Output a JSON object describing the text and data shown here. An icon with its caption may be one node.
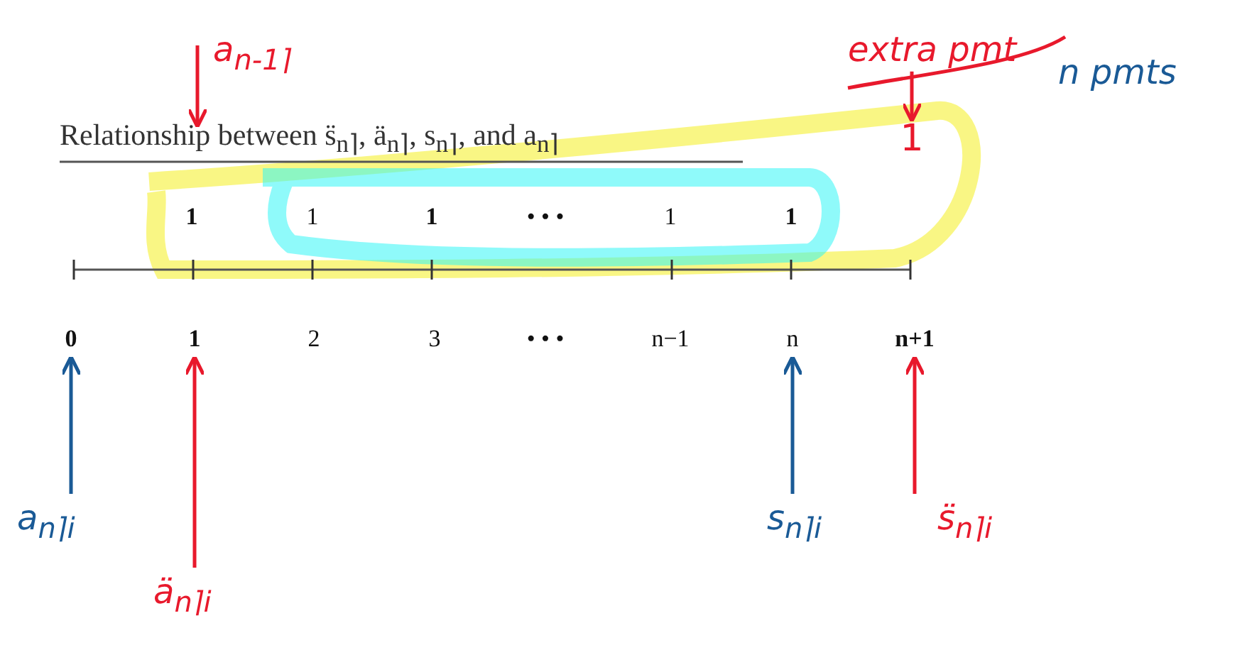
{
  "diagram": {
    "title": "Relationship between s̈$_{n⌉}$, ä$_{n⌉}$, s$_{n⌉}$, and a$_{n⌉}$",
    "nodes": [
      {
        "text": [
          "0"
        ]
      },
      {
        "text": [
          "1"
        ]
      },
      {
        "text": [
          "n"
        ]
      },
      {
        "text": [
          "n+1"
        ]
      },
      {
        "text": [
          "1"
        ]
      },
      {
        "text": [
          "a$_{n⌉i}$"
        ]
      },
      {
        "text": [
          "ä$_{n⌉i}$"
        ]
      },
      {
        "text": [
          "s$_{n⌉i}$"
        ]
      },
      {
        "text": [
          "s̈$_{n⌉i}$"
        ]
      },
      {
        "text": [
          "extra pmt"
        ]
      },
      {
        "text": [
          "a$_{n-1⌉}$"
        ]
      }
    ],
    "edges": [
      {
        "from": 5,
        "to": 0,
        "arrow": "to",
        "color": "#1a5a96"
      },
      {
        "from": 6,
        "to": 1,
        "arrow": "to"
      },
      {
        "from": 7,
        "to": 2,
        "arrow": "to",
        "color": "#1a5a96"
      },
      {
        "from": 8,
        "to": 3,
        "arrow": "to"
      },
      {
        "from": 9,
        "to": 4,
        "arrow": "to"
      },
      {
        "from": 10,
        "to": null,
        "arrow": "to"
      }
    ],
    "labels": [
      "1",
      "1",
      "1",
      "• • •",
      "1",
      "1",
      "2",
      "3",
      "• • •",
      "n−1",
      "n pmts"
    ]
  }
}
